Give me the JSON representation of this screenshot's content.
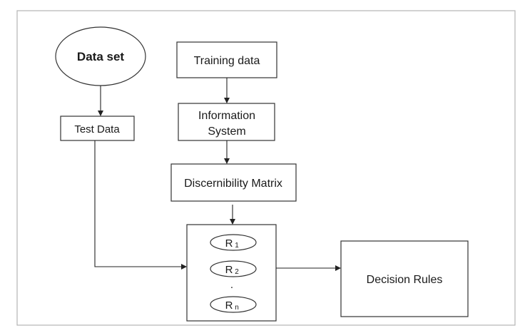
{
  "diagram": {
    "nodes": {
      "data_set": "Data set",
      "training_data": "Training data",
      "information_system_line1": "Information",
      "information_system_line2": "System",
      "test_data": "Test Data",
      "discernibility_matrix": "Discernibility Matrix",
      "rule_1": {
        "base": "R",
        "sub": "1"
      },
      "rule_2": {
        "base": "R",
        "sub": "2"
      },
      "rule_dot": ".",
      "rule_n": {
        "base": "R",
        "sub": "n"
      },
      "decision_rules": "Decision Rules"
    },
    "edges": [
      {
        "from": "data_set",
        "to": "test_data"
      },
      {
        "from": "training_data",
        "to": "information_system"
      },
      {
        "from": "information_system",
        "to": "discernibility_matrix"
      },
      {
        "from": "discernibility_matrix",
        "to": "rules_box"
      },
      {
        "from": "test_data",
        "to": "rules_box"
      },
      {
        "from": "rules_box",
        "to": "decision_rules"
      }
    ]
  }
}
